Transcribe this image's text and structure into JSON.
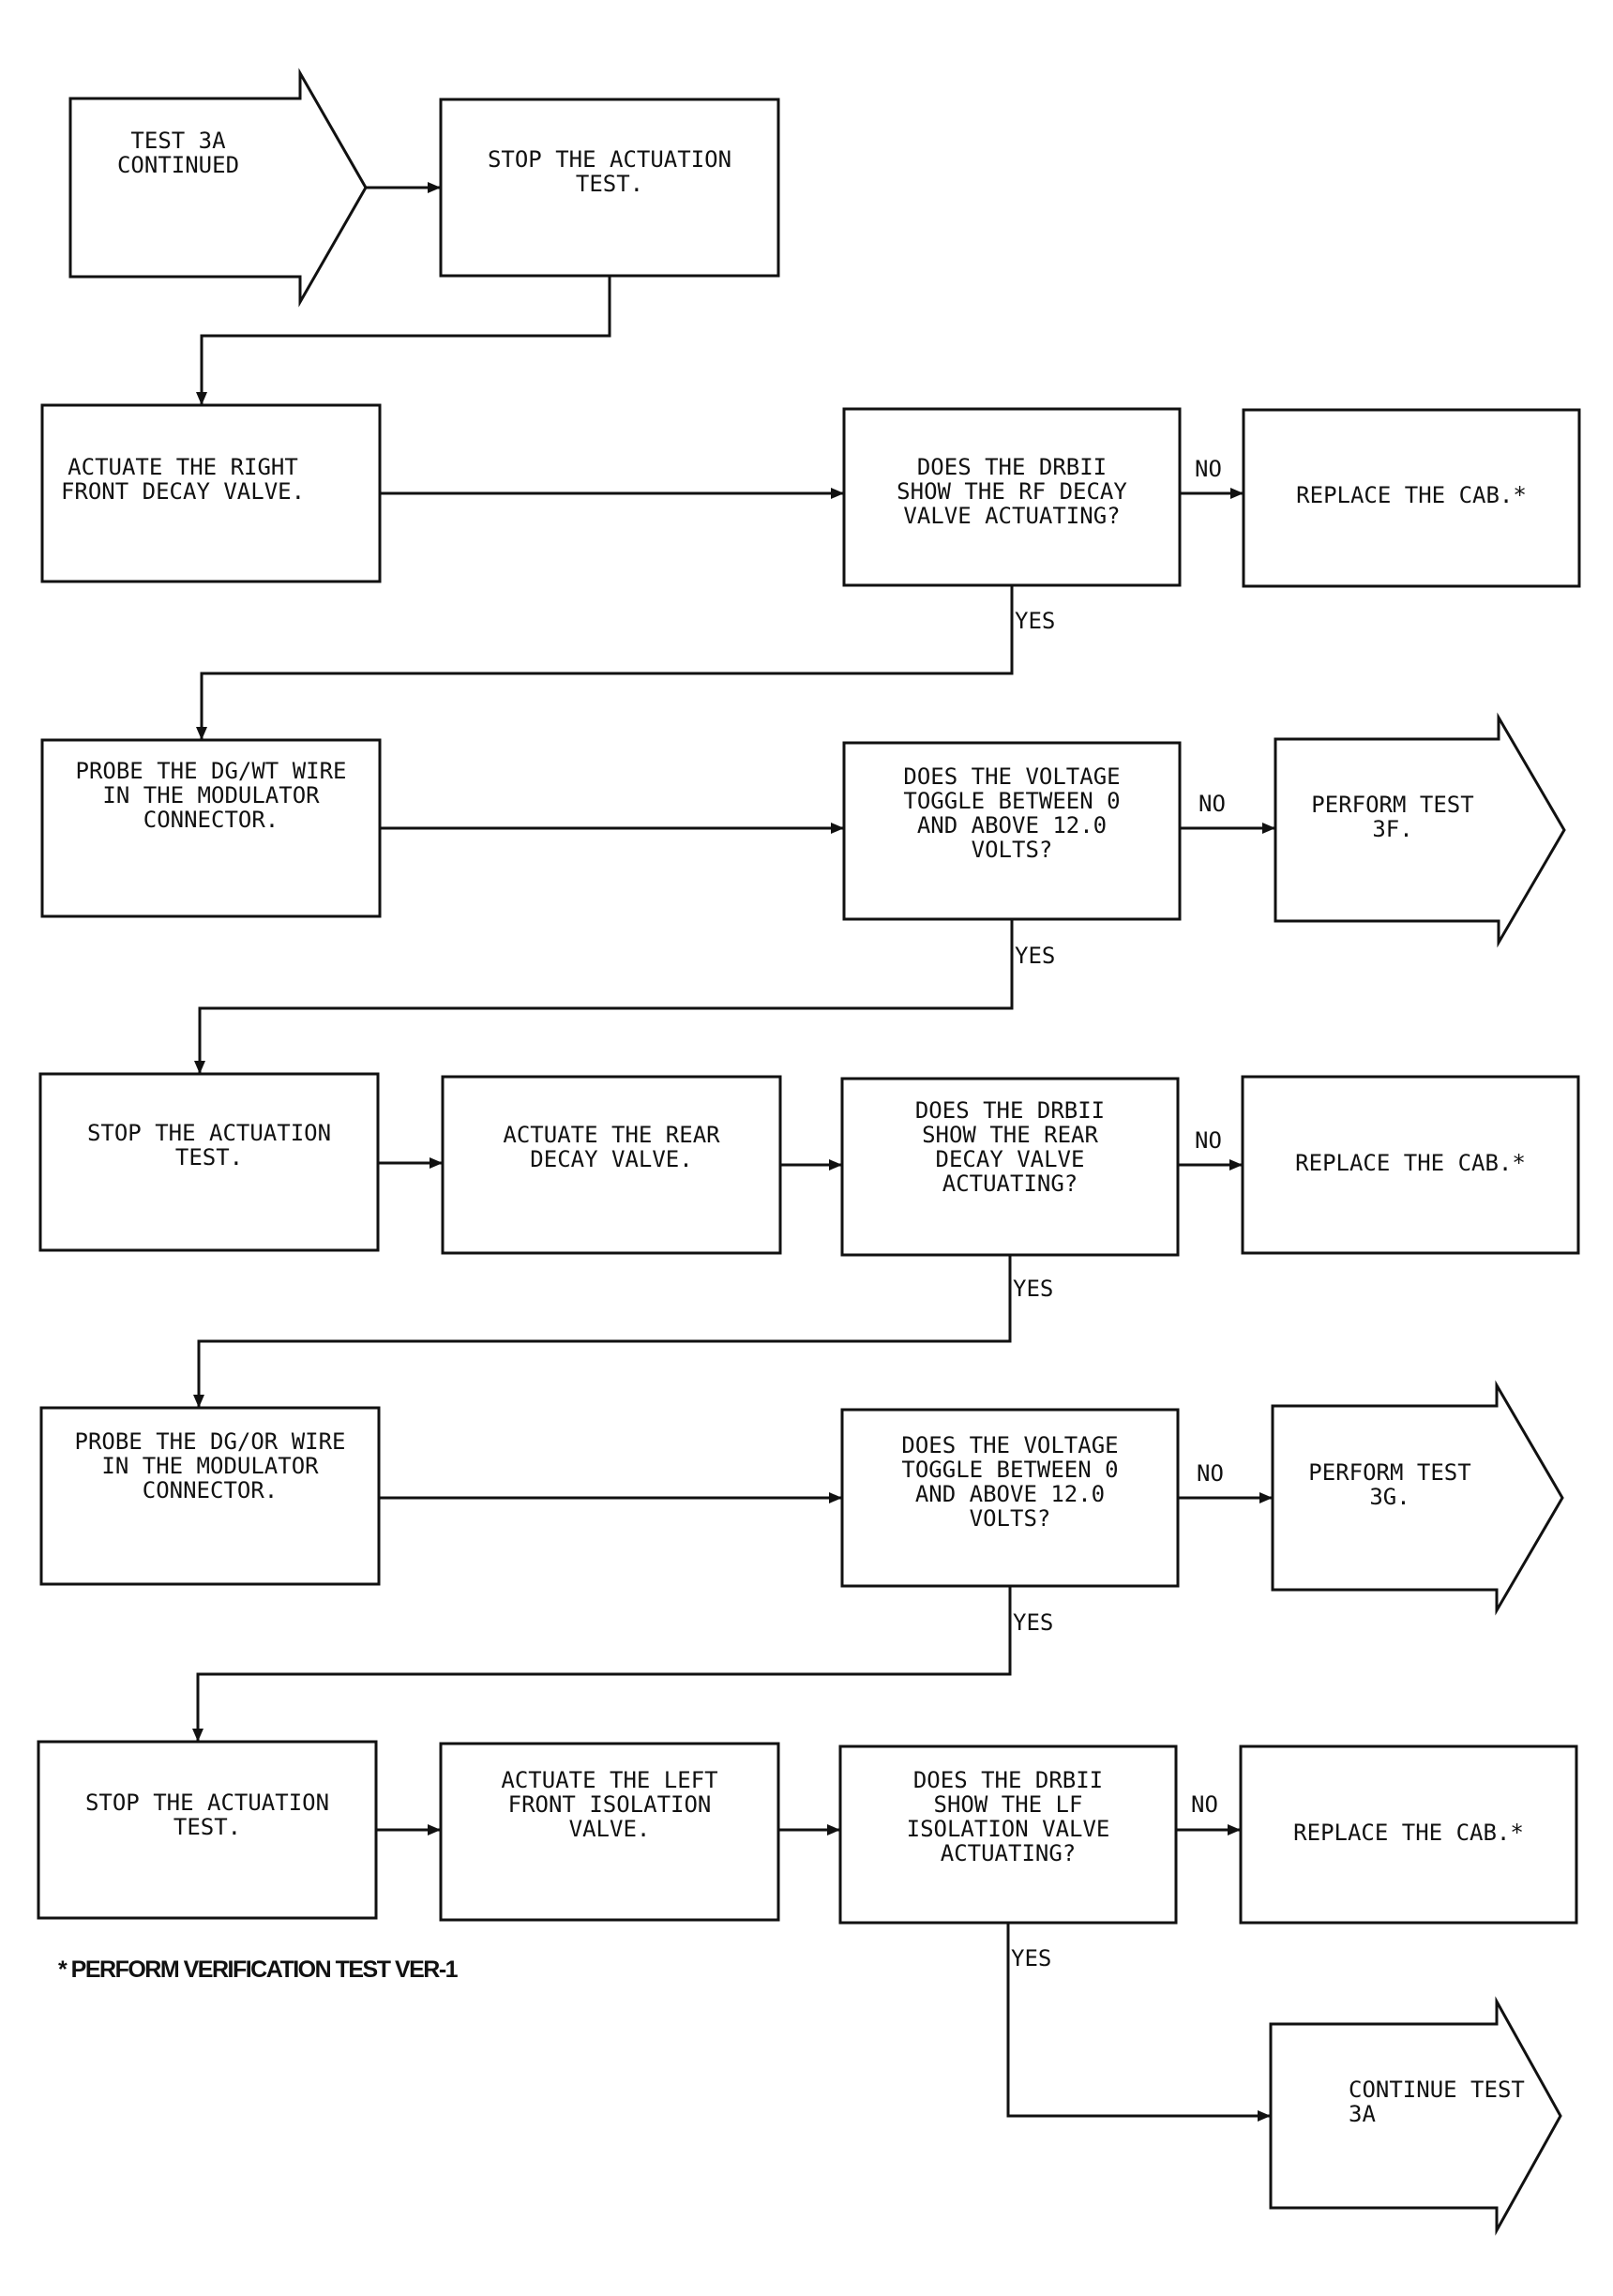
{
  "nodes": {
    "start": {
      "kind": "entry",
      "lines": [
        "TEST 3A",
        "CONTINUED"
      ]
    },
    "n1": {
      "kind": "action",
      "lines": [
        "STOP THE ACTUATION",
        "TEST."
      ]
    },
    "n2": {
      "kind": "action",
      "lines": [
        "ACTUATE THE RIGHT",
        "FRONT DECAY VALVE."
      ]
    },
    "d1": {
      "kind": "decision",
      "lines": [
        "DOES THE DRBII",
        "SHOW THE RF DECAY",
        "VALVE ACTUATING?"
      ]
    },
    "r1": {
      "kind": "result",
      "lines": [
        "REPLACE THE CAB.*"
      ]
    },
    "n3": {
      "kind": "action",
      "lines": [
        "PROBE THE DG/WT WIRE",
        "IN THE MODULATOR",
        "CONNECTOR."
      ]
    },
    "d2": {
      "kind": "decision",
      "lines": [
        "DOES THE VOLTAGE",
        "TOGGLE BETWEEN 0",
        "AND ABOVE 12.0",
        "VOLTS?"
      ]
    },
    "o1": {
      "kind": "exit",
      "lines": [
        "PERFORM TEST",
        "3F."
      ]
    },
    "n4": {
      "kind": "action",
      "lines": [
        "STOP THE ACTUATION",
        "TEST."
      ]
    },
    "n5": {
      "kind": "action",
      "lines": [
        "ACTUATE THE REAR",
        "DECAY VALVE."
      ]
    },
    "d3": {
      "kind": "decision",
      "lines": [
        "DOES THE DRBII",
        "SHOW THE REAR",
        "DECAY VALVE",
        "ACTUATING?"
      ]
    },
    "r2": {
      "kind": "result",
      "lines": [
        "REPLACE THE CAB.*"
      ]
    },
    "n6": {
      "kind": "action",
      "lines": [
        "PROBE THE DG/OR WIRE",
        "IN THE MODULATOR",
        "CONNECTOR."
      ]
    },
    "d4": {
      "kind": "decision",
      "lines": [
        "DOES THE VOLTAGE",
        "TOGGLE BETWEEN 0",
        "AND ABOVE 12.0",
        "VOLTS?"
      ]
    },
    "o2": {
      "kind": "exit",
      "lines": [
        "PERFORM TEST",
        "3G."
      ]
    },
    "n7": {
      "kind": "action",
      "lines": [
        "STOP THE ACTUATION",
        "TEST."
      ]
    },
    "n8": {
      "kind": "action",
      "lines": [
        "ACTUATE THE LEFT",
        "FRONT ISOLATION",
        "VALVE."
      ]
    },
    "d5": {
      "kind": "decision",
      "lines": [
        "DOES THE DRBII",
        "SHOW THE LF",
        "ISOLATION VALVE",
        "ACTUATING?"
      ]
    },
    "r3": {
      "kind": "result",
      "lines": [
        "REPLACE THE CAB.*"
      ]
    },
    "end": {
      "kind": "exit",
      "lines": [
        "CONTINUE TEST",
        "3A"
      ]
    }
  },
  "edges": [
    {
      "from": "start",
      "to": "n1"
    },
    {
      "from": "n1",
      "to": "n2"
    },
    {
      "from": "n2",
      "to": "d1"
    },
    {
      "from": "d1",
      "to": "r1",
      "label": "NO"
    },
    {
      "from": "d1",
      "to": "n3",
      "label": "YES"
    },
    {
      "from": "n3",
      "to": "d2"
    },
    {
      "from": "d2",
      "to": "o1",
      "label": "NO"
    },
    {
      "from": "d2",
      "to": "n4",
      "label": "YES"
    },
    {
      "from": "n4",
      "to": "n5"
    },
    {
      "from": "n5",
      "to": "d3"
    },
    {
      "from": "d3",
      "to": "r2",
      "label": "NO"
    },
    {
      "from": "d3",
      "to": "n6",
      "label": "YES"
    },
    {
      "from": "n6",
      "to": "d4"
    },
    {
      "from": "d4",
      "to": "o2",
      "label": "NO"
    },
    {
      "from": "d4",
      "to": "n7",
      "label": "YES"
    },
    {
      "from": "n7",
      "to": "n8"
    },
    {
      "from": "n8",
      "to": "d5"
    },
    {
      "from": "d5",
      "to": "r3",
      "label": "NO"
    },
    {
      "from": "d5",
      "to": "end",
      "label": "YES"
    }
  ],
  "footnote": "* PERFORM VERIFICATION TEST VER-1"
}
